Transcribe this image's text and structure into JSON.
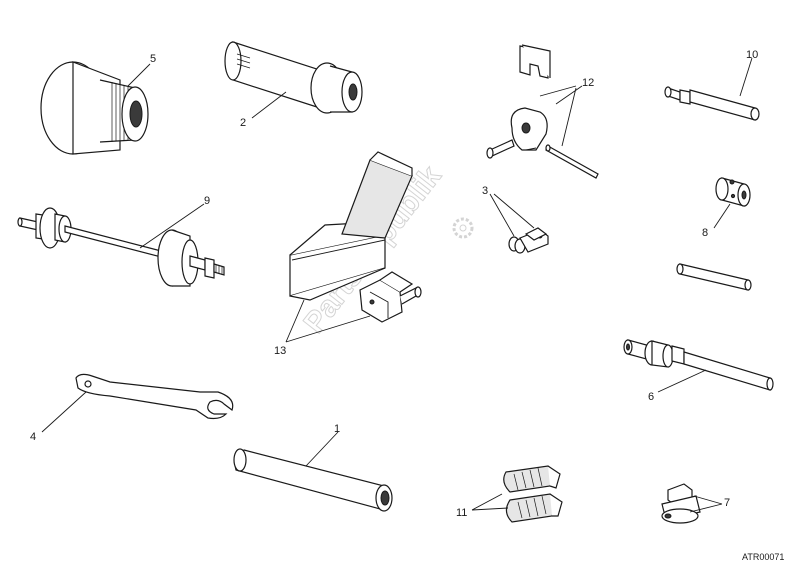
{
  "diagram": {
    "callouts": {
      "p1": "1",
      "p2": "2",
      "p3": "3",
      "p4": "4",
      "p5": "5",
      "p6": "6",
      "p7": "7",
      "p8": "8",
      "p9": "9",
      "p10": "10",
      "p11": "11",
      "p12": "12",
      "p13": "13"
    },
    "drawing_code": "ATR00071",
    "watermark": "PartsRepublik"
  },
  "colors": {
    "line": "#1a1a1a",
    "shade": "#e6e6e6",
    "watermark": "#d4d4d4"
  }
}
